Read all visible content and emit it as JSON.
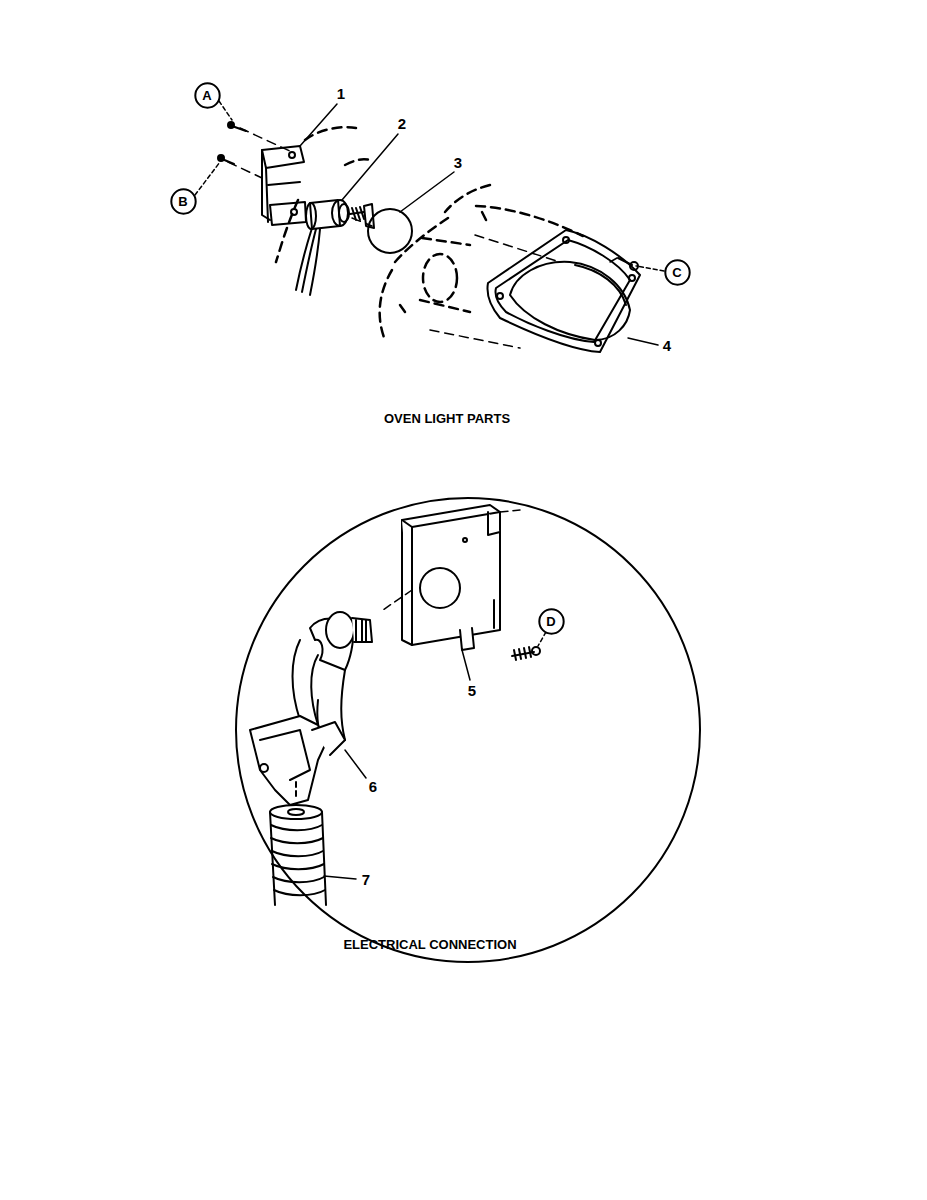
{
  "diagram": {
    "nodes": [
      {
        "text": [
          "A"
        ]
      },
      {
        "text": [
          "B"
        ]
      },
      {
        "text": [
          "C"
        ]
      },
      {
        "text": [
          "D"
        ]
      }
    ],
    "edges": [],
    "labels": [
      "1",
      "2",
      "3",
      "4",
      "OVEN LIGHT PARTS",
      "5",
      "6",
      "7",
      "ELECTRICAL CONNECTION"
    ]
  }
}
